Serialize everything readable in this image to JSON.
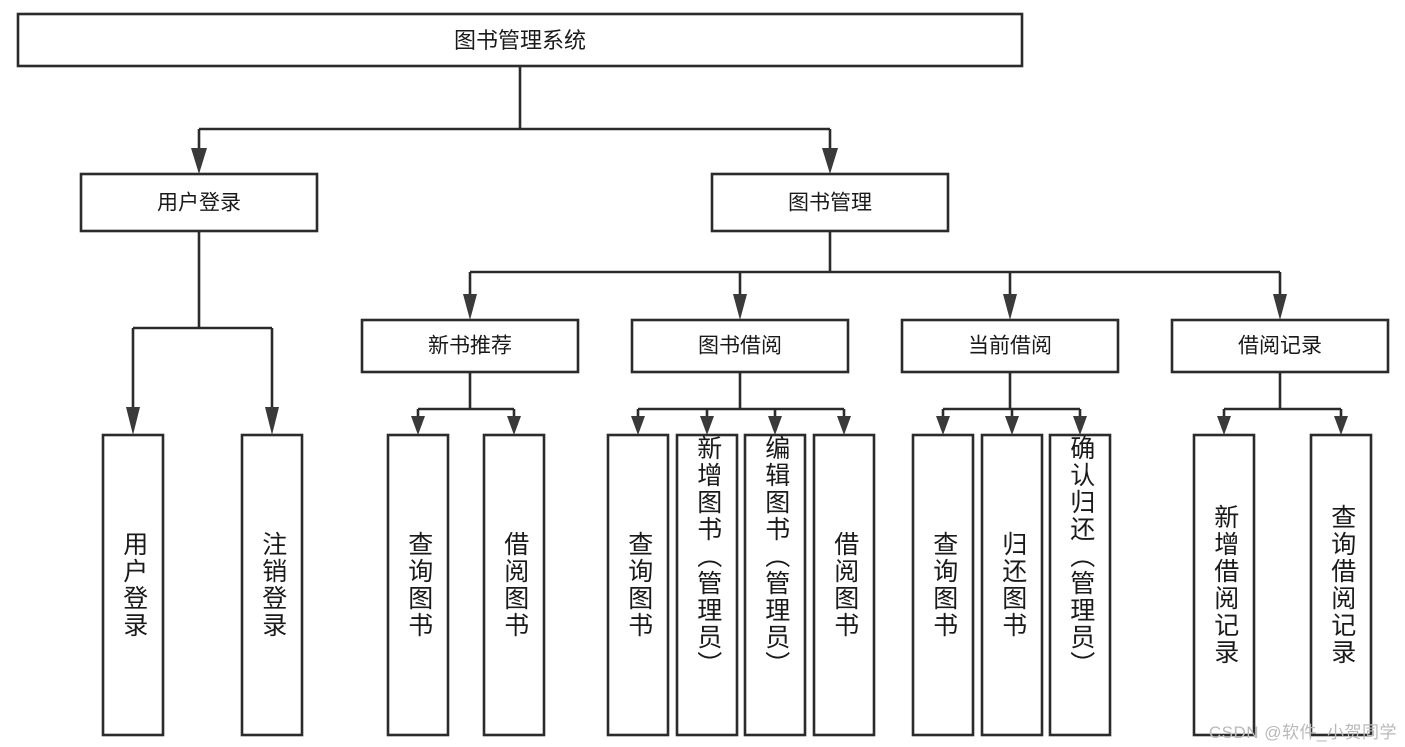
{
  "diagram": {
    "type": "tree-hierarchy",
    "title": "图书管理系统",
    "watermark": "CSDN @软件_小贺同学",
    "colors": {
      "box_stroke": "#2b2b2b",
      "box_fill": "#ffffff",
      "connector": "#2b2b2b",
      "arrow": "#3a3a3a",
      "text": "#1a1a1a",
      "watermark": "#b9b9b9",
      "background": "#ffffff"
    },
    "root": {
      "label": "图书管理系统"
    },
    "level2": [
      {
        "label": "用户登录"
      },
      {
        "label": "图书管理"
      }
    ],
    "level3": [
      {
        "label": "新书推荐"
      },
      {
        "label": "图书借阅"
      },
      {
        "label": "当前借阅"
      },
      {
        "label": "借阅记录"
      }
    ],
    "leaves": {
      "user_login": [
        {
          "label": "用户登录"
        },
        {
          "label": "注销登录"
        }
      ],
      "new_book_recommend": [
        {
          "label": "查询图书"
        },
        {
          "label": "借阅图书"
        }
      ],
      "book_borrow": [
        {
          "label": "查询图书"
        },
        {
          "label": "新增图书（管理员）"
        },
        {
          "label": "编辑图书（管理员）"
        },
        {
          "label": "借阅图书"
        }
      ],
      "current_borrow": [
        {
          "label": "查询图书"
        },
        {
          "label": "归还图书"
        },
        {
          "label": "确认归还（管理员）"
        }
      ],
      "borrow_record": [
        {
          "label": "新增借阅记录"
        },
        {
          "label": "查询借阅记录"
        }
      ]
    }
  }
}
